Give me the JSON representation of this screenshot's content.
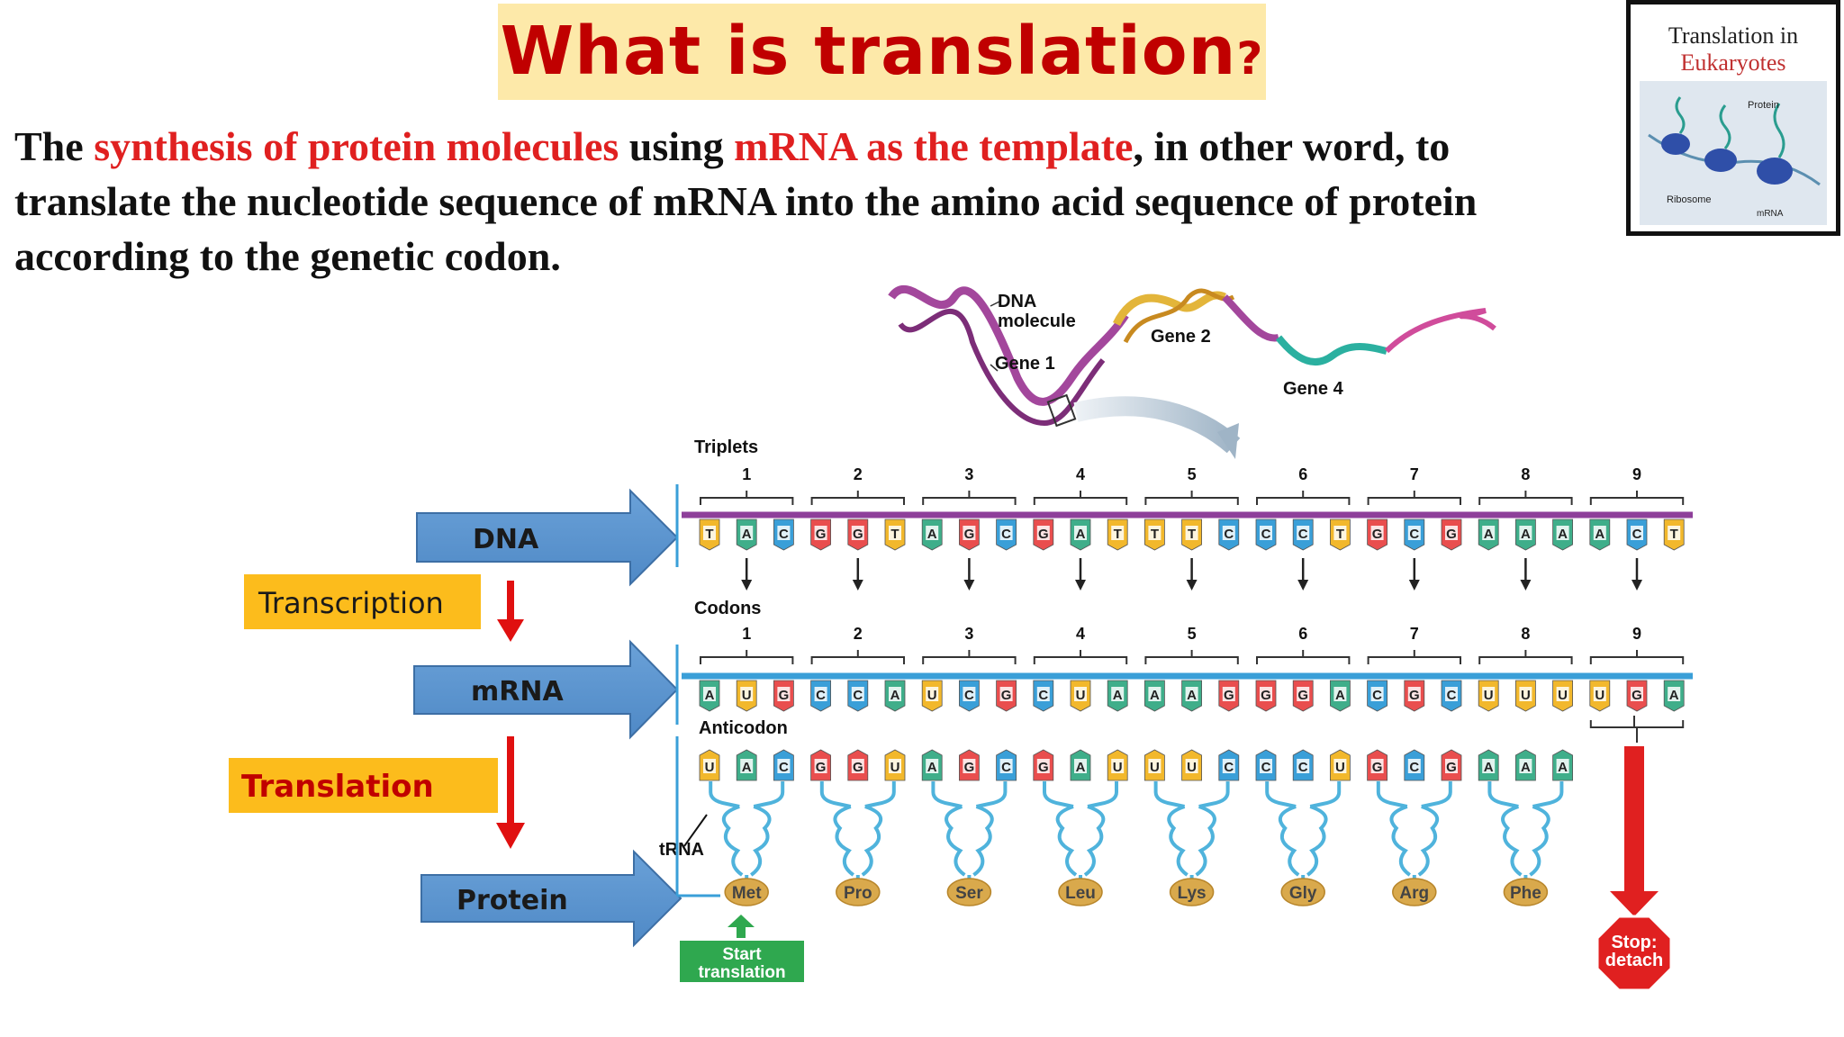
{
  "slide": {
    "title": "What is translation",
    "title_mark": "?",
    "intro": {
      "p1": "The ",
      "h1": "synthesis of protein molecules",
      "p2": " using ",
      "h2": "mRNA as the template",
      "p3": ", in other word, to translate the nucleotide sequence of mRNA into the amino acid sequence of protein according to the genetic codon."
    },
    "thumbnail": {
      "line1": "Translation in",
      "line2": "Eukaryotes",
      "labels": [
        "Protein",
        "Ribosome",
        "mRNA"
      ]
    }
  },
  "flow": {
    "dna": "DNA",
    "transcription": "Transcription",
    "mrna": "mRNA",
    "translation": "Translation",
    "protein": "Protein"
  },
  "figure": {
    "dna_molecule": "DNA\nmolecule",
    "dna_molecule_l1": "DNA",
    "dna_molecule_l2": "molecule",
    "gene1": "Gene 1",
    "gene2": "Gene 2",
    "gene4": "Gene 4",
    "triplets_label": "Triplets",
    "codons_label": "Codons",
    "anticodon_label": "Anticodon",
    "trna_label": "tRNA",
    "numbers": [
      "1",
      "2",
      "3",
      "4",
      "5",
      "6",
      "7",
      "8",
      "9"
    ],
    "dna_bases": [
      "T",
      "A",
      "C",
      "G",
      "G",
      "T",
      "A",
      "G",
      "C",
      "G",
      "A",
      "T",
      "T",
      "T",
      "C",
      "C",
      "C",
      "T",
      "G",
      "C",
      "G",
      "A",
      "A",
      "A",
      "A",
      "C",
      "T"
    ],
    "mrna_bases": [
      "A",
      "U",
      "G",
      "C",
      "C",
      "A",
      "U",
      "C",
      "G",
      "C",
      "U",
      "A",
      "A",
      "A",
      "G",
      "G",
      "G",
      "A",
      "C",
      "G",
      "C",
      "U",
      "U",
      "U",
      "U",
      "G",
      "A"
    ],
    "anticodon_bases": [
      "U",
      "A",
      "C",
      "G",
      "G",
      "U",
      "A",
      "G",
      "C",
      "G",
      "A",
      "U",
      "U",
      "U",
      "C",
      "C",
      "C",
      "U",
      "G",
      "C",
      "G",
      "A",
      "A",
      "A"
    ],
    "amino_acids": [
      "Met",
      "Pro",
      "Ser",
      "Leu",
      "Lys",
      "Gly",
      "Arg",
      "Phe"
    ],
    "start_l1": "Start",
    "start_l2": "translation",
    "stop_l1": "Stop:",
    "stop_l2": "detach",
    "base_colors": {
      "A": "#3fae8a",
      "T": "#f2b82c",
      "U": "#f2b82c",
      "G": "#e94e4e",
      "C": "#3a9fd8"
    }
  }
}
